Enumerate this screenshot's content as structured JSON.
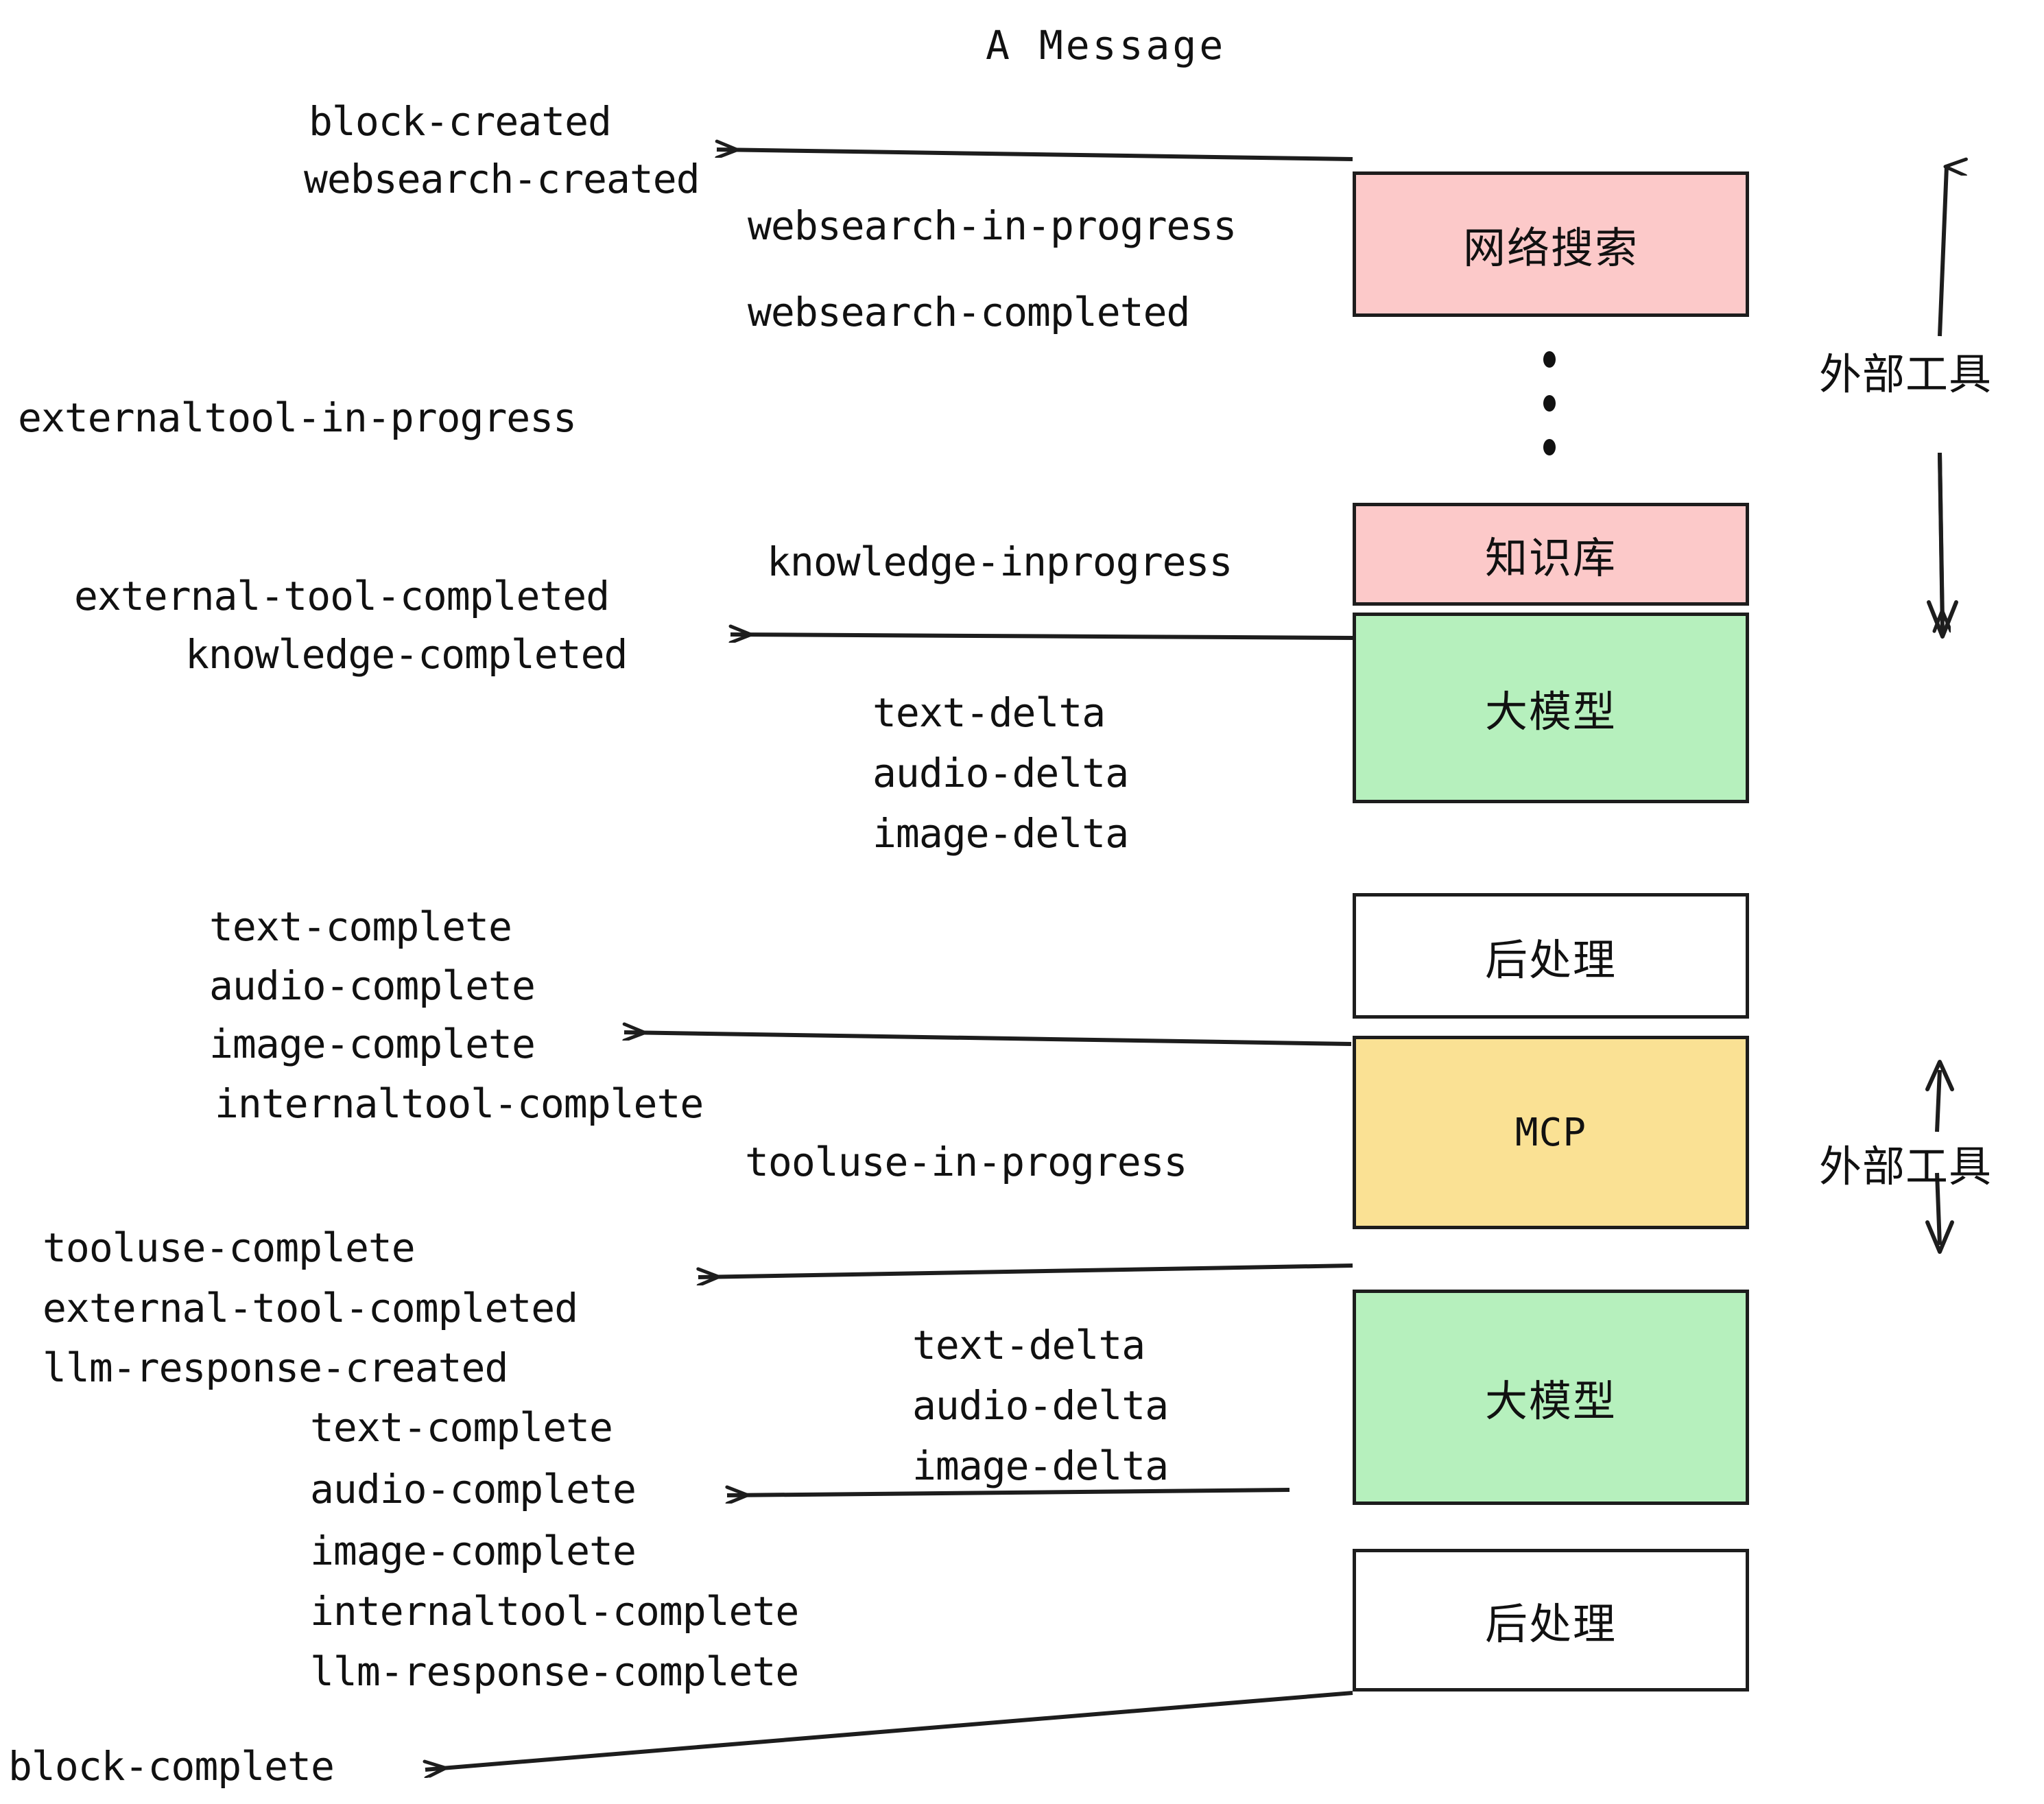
{
  "diagram": {
    "title": "A Message",
    "colors": {
      "external_tool_fill": "#fcc9c9",
      "llm_fill": "#b6f0bd",
      "mcp_fill": "#fae194",
      "postprocess_fill": "#ffffff",
      "stroke": "#1d1d1d",
      "text": "#111111",
      "background": "#ffffff"
    },
    "boxes": [
      {
        "id": "websearch",
        "label": "网络搜索",
        "fill_key": "external_tool_fill"
      },
      {
        "id": "knowledge",
        "label": "知识库",
        "fill_key": "external_tool_fill"
      },
      {
        "id": "llm-1",
        "label": "大模型",
        "fill_key": "llm_fill"
      },
      {
        "id": "postprocess-1",
        "label": "后处理",
        "fill_key": "postprocess_fill"
      },
      {
        "id": "mcp",
        "label": "MCP",
        "fill_key": "mcp_fill"
      },
      {
        "id": "llm-2",
        "label": "大模型",
        "fill_key": "llm_fill"
      },
      {
        "id": "postprocess-2",
        "label": "后处理",
        "fill_key": "postprocess_fill"
      }
    ],
    "side_annotations": [
      {
        "id": "external-tool-top",
        "label": "外部工具"
      },
      {
        "id": "external-tool-bottom",
        "label": "外部工具"
      }
    ],
    "ellipsis": {
      "id": "vertical-ellipsis",
      "dot_count": 3
    },
    "events": [
      {
        "id": "block-created",
        "text": "block-created"
      },
      {
        "id": "websearch-created",
        "text": "websearch-created"
      },
      {
        "id": "websearch-in-progress",
        "text": "websearch-in-progress"
      },
      {
        "id": "websearch-completed",
        "text": "websearch-completed"
      },
      {
        "id": "externaltool-in-progress",
        "text": "externaltool-in-progress"
      },
      {
        "id": "knowledge-inprogress",
        "text": "knowledge-inprogress"
      },
      {
        "id": "external-tool-completed-1",
        "text": "external-tool-completed"
      },
      {
        "id": "knowledge-completed",
        "text": "knowledge-completed"
      },
      {
        "id": "text-delta-1",
        "text": "text-delta"
      },
      {
        "id": "audio-delta-1",
        "text": "audio-delta"
      },
      {
        "id": "image-delta-1",
        "text": "image-delta"
      },
      {
        "id": "text-complete-1",
        "text": "text-complete"
      },
      {
        "id": "audio-complete-1",
        "text": "audio-complete"
      },
      {
        "id": "image-complete-1",
        "text": "image-complete"
      },
      {
        "id": "internaltool-complete-1",
        "text": "internaltool-complete"
      },
      {
        "id": "tooluse-in-progress",
        "text": "tooluse-in-progress"
      },
      {
        "id": "tooluse-complete",
        "text": "tooluse-complete"
      },
      {
        "id": "external-tool-completed-2",
        "text": "external-tool-completed"
      },
      {
        "id": "llm-response-created",
        "text": "llm-response-created"
      },
      {
        "id": "text-delta-2",
        "text": "text-delta"
      },
      {
        "id": "audio-delta-2",
        "text": "audio-delta"
      },
      {
        "id": "image-delta-2",
        "text": "image-delta"
      },
      {
        "id": "text-complete-2",
        "text": "text-complete"
      },
      {
        "id": "audio-complete-2",
        "text": "audio-complete"
      },
      {
        "id": "image-complete-2",
        "text": "image-complete"
      },
      {
        "id": "internaltool-complete-2",
        "text": "internaltool-complete"
      },
      {
        "id": "llm-response-complete",
        "text": "llm-response-complete"
      },
      {
        "id": "block-complete",
        "text": "block-complete"
      }
    ]
  }
}
